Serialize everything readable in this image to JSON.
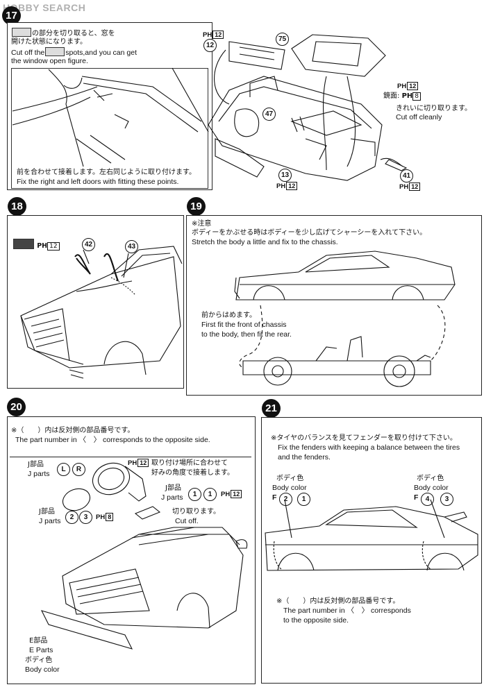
{
  "watermark": "HOBBY SEARCH",
  "steps": {
    "s17": {
      "number": "17",
      "note_jp_1": "の部分を切り取ると、窓を",
      "note_jp_2": "開けた状態になります。",
      "note_en_1a": "Cut off the",
      "note_en_1b": "spots,and you can get",
      "note_en_2": "the window open figure.",
      "fit_jp": "前を合わせて接着します。左右同じように取り付けます。",
      "fit_en": "Fix the right and left doors with fitting these points.",
      "part_12": "12",
      "part_75": "75",
      "part_47": "47",
      "part_13": "13",
      "part_41": "41",
      "ph_top": "PH",
      "ph_top_n": "12",
      "ph_mid": "PH",
      "ph_mid_n": "12",
      "mirror_jp": "鏡面:",
      "mirror_ph": "PH",
      "mirror_n": "8",
      "cut_jp": "きれいに切り取ります。",
      "cut_en": "Cut off cleanly",
      "ph_13": "PH",
      "ph_13_n": "12",
      "ph_41": "PH",
      "ph_41_n": "12"
    },
    "s18": {
      "number": "18",
      "legend_ph": "PH",
      "legend_n": "12",
      "part_42": "42",
      "part_43": "43"
    },
    "s19": {
      "number": "19",
      "note_jp_1": "※注意",
      "note_jp_2": "ボディーをかぶせる時はボディーを少し広げてシャーシーを入れて下さい。",
      "note_en": "Stretch the body a little and fix to the chassis.",
      "front_jp": "前からはめます。",
      "front_en_1": "First fit the front of chassis",
      "front_en_2": "to the body, then fit the rear."
    },
    "s20": {
      "number": "20",
      "note_jp": "※（　　）内は反対側の部品番号です。",
      "note_en": "The part number in 〈　〉 corresponds to the opposite side.",
      "j_parts_jp": "J部品",
      "j_parts_en": "J parts",
      "l_mark": "L",
      "r_mark": "R",
      "ph_top": "PH",
      "ph_top_n": "12",
      "attach_jp_1": "取り付け場所に合わせて",
      "attach_jp_2": "好みの角度で接着します。",
      "j2_jp": "J部品",
      "j2_en": "J parts",
      "j2_a": "1",
      "j2_b": "1",
      "j2_ph": "PH",
      "j2_ph_n": "12",
      "j3_jp": "J部品",
      "j3_en": "J parts",
      "j3_a": "2",
      "j3_b": "3",
      "j3_ph": "PH",
      "j3_ph_n": "8",
      "cut_jp": "切り取ります。",
      "cut_en": "Cut off.",
      "e_jp": "E部品",
      "e_en": "E Parts",
      "body_jp": "ボディ色",
      "body_en": "Body color"
    },
    "s21": {
      "number": "21",
      "note_jp": "※タイヤのバランスを見てフェンダーを取り付けて下さい。",
      "note_en_1": "Fix the fenders with keeping a balance between the tires",
      "note_en_2": "and the fenders.",
      "left_jp": "ボディ色",
      "left_en": "Body color",
      "left_code": "F",
      "left_a": "2",
      "left_b": "1",
      "right_jp": "ボディ色",
      "right_en": "Body color",
      "right_code": "F",
      "right_a": "4",
      "right_b": "3",
      "foot_jp": "※（　　）内は反対側の部品番号です。",
      "foot_en_1": "The part number in 〈　〉 corresponds",
      "foot_en_2": "to the opposite side."
    }
  }
}
